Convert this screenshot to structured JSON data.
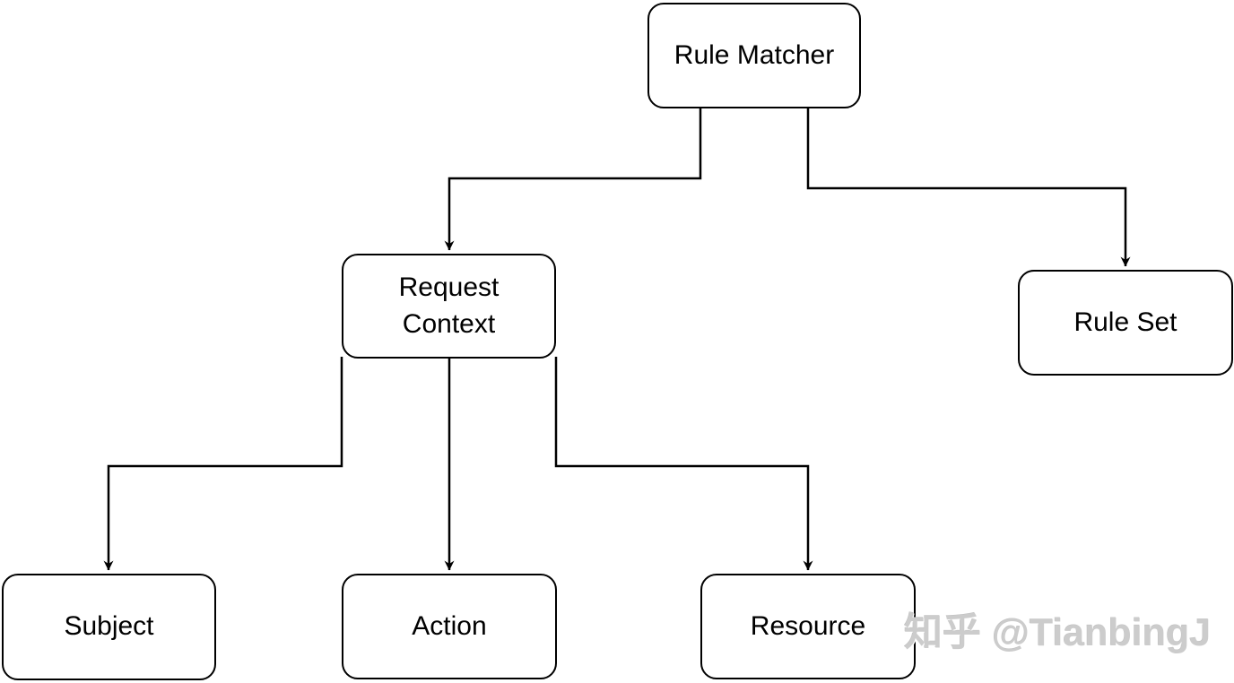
{
  "diagram": {
    "type": "flowchart-tree",
    "colors": {
      "background": "#ffffff",
      "node_fill": "#ffffff",
      "node_stroke": "#000000",
      "edge_stroke": "#000000",
      "watermark": "#cccccc"
    },
    "nodes": [
      {
        "id": "rule-matcher",
        "label": "Rule Matcher"
      },
      {
        "id": "request-context",
        "label": "Request Context"
      },
      {
        "id": "rule-set",
        "label": "Rule Set"
      },
      {
        "id": "subject",
        "label": "Subject"
      },
      {
        "id": "action",
        "label": "Action"
      },
      {
        "id": "resource",
        "label": "Resource"
      }
    ],
    "edges": [
      {
        "from": "rule-matcher",
        "to": "request-context",
        "arrow": "arrowhead-down"
      },
      {
        "from": "rule-matcher",
        "to": "rule-set",
        "arrow": "arrowhead-down"
      },
      {
        "from": "request-context",
        "to": "subject",
        "arrow": "arrowhead-down"
      },
      {
        "from": "request-context",
        "to": "action",
        "arrow": "arrowhead-down"
      },
      {
        "from": "request-context",
        "to": "resource",
        "arrow": "arrowhead-down"
      }
    ]
  },
  "watermark": {
    "text": "知乎 @TianbingJ"
  }
}
